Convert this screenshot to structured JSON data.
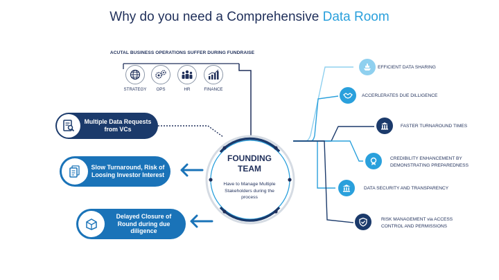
{
  "title": {
    "main": "Why do you need a Comprehensive ",
    "accent": "Data Room"
  },
  "operations": {
    "heading": "ACUTAL BUSINESS OPERATIONS SUFFER DURING FUNDRAISE",
    "items": [
      {
        "label": "STRATEGY",
        "icon": "globe-icon"
      },
      {
        "label": "OPS",
        "icon": "gears-icon"
      },
      {
        "label": "HR",
        "icon": "people-icon"
      },
      {
        "label": "FINANCE",
        "icon": "bar-chart-icon"
      }
    ]
  },
  "problems": [
    {
      "text": "Multiple Data Requests from VCs",
      "color": "#1b3a6b",
      "icon": "document-search-icon"
    },
    {
      "text": "Slow Turnaround, Risk of Loosing Investor Interest",
      "color": "#1a73b8",
      "icon": "documents-icon"
    },
    {
      "text": "Delayed Closure of Round during due diligence",
      "color": "#1a73b8",
      "icon": "box-icon"
    }
  ],
  "center": {
    "title": "FOUNDING TEAM",
    "subtitle": "Have to Manage Multiple Stakeholders during the process"
  },
  "benefits": [
    {
      "text": "EFFICIENT DATA SHARING",
      "color": "#8fd0ef",
      "icon": "ship-icon"
    },
    {
      "text": "ACCERLERATES DUE DILLIGENCE",
      "color": "#2aa0dc",
      "icon": "handshake-icon"
    },
    {
      "text": "FASTER TURNAROUND TIMES",
      "color": "#1b3a6b",
      "icon": "building-icon"
    },
    {
      "text": "CREDIBILITY ENHANCEMENT BY DEMONSTRATING PREPAREDNESS",
      "color": "#2aa0dc",
      "icon": "badge-icon"
    },
    {
      "text": "DATA SECURITY AND TRANSPARENCY",
      "color": "#2aa0dc",
      "icon": "bank-icon"
    },
    {
      "text": "RISK MANAGEMENT via ACCESS CONTROL AND PERMISSIONS",
      "color": "#1b3a6b",
      "icon": "shield-icon"
    }
  ]
}
